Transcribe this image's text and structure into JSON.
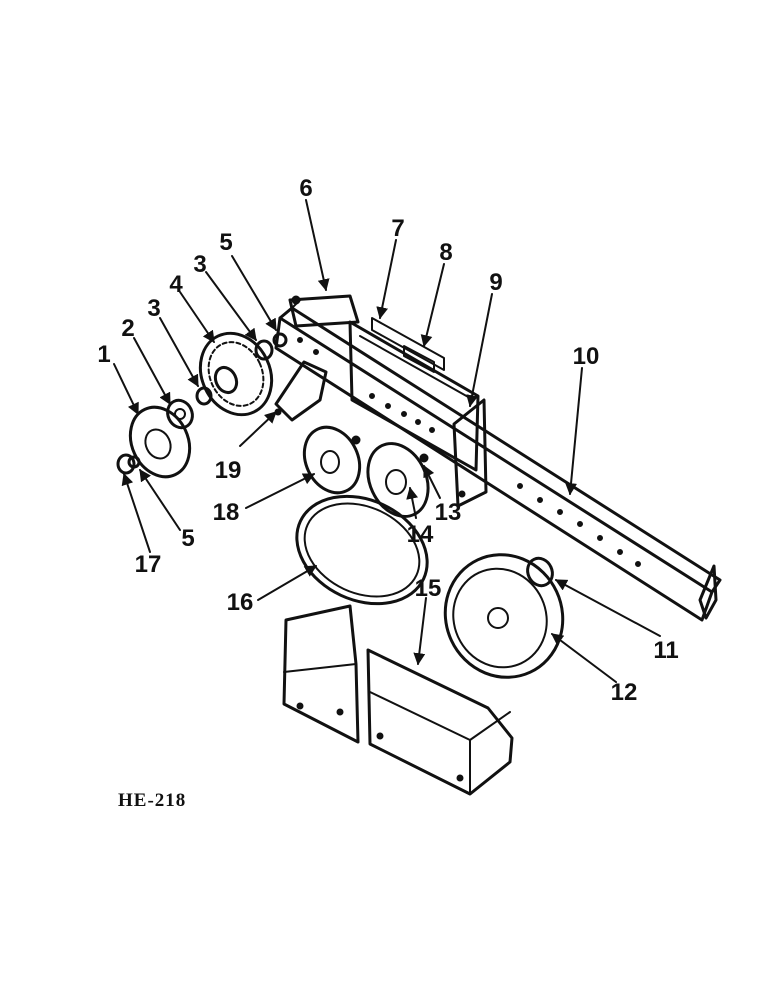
{
  "figure_code": "HE-218",
  "callouts": [
    "1",
    "2",
    "3",
    "3",
    "4",
    "5",
    "5",
    "6",
    "7",
    "8",
    "9",
    "10",
    "11",
    "12",
    "13",
    "14",
    "15",
    "16",
    "17",
    "18",
    "19"
  ]
}
